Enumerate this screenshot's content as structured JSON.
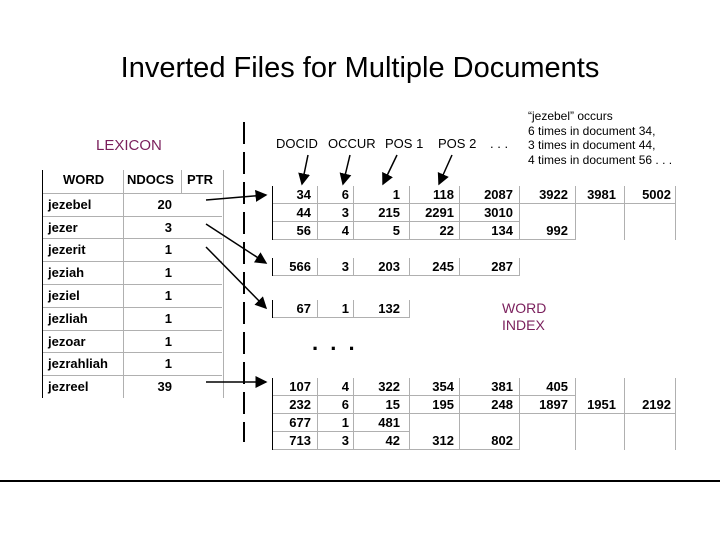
{
  "title": "Inverted Files for Multiple Documents",
  "lexicon_label": "LEXICON",
  "lexicon_headers": {
    "word": "WORD",
    "ndocs": "NDOCS",
    "ptr": "PTR"
  },
  "lexicon_rows": [
    {
      "word": "jezebel",
      "ndocs": "20"
    },
    {
      "word": "jezer",
      "ndocs": "3"
    },
    {
      "word": "jezerit",
      "ndocs": "1"
    },
    {
      "word": "jeziah",
      "ndocs": "1"
    },
    {
      "word": "jeziel",
      "ndocs": "1"
    },
    {
      "word": "jezliah",
      "ndocs": "1"
    },
    {
      "word": "jezoar",
      "ndocs": "1"
    },
    {
      "word": "jezrahliah",
      "ndocs": "1"
    },
    {
      "word": "jezreel",
      "ndocs": "39"
    }
  ],
  "index_headers": {
    "docid": "DOCID",
    "occur": "OCCUR",
    "pos1": "POS 1",
    "pos2": "POS 2",
    "more": ". . ."
  },
  "note_lines": [
    "“jezebel” occurs",
    "6 times in document 34,",
    "3 times in document 44,",
    "4 times in document 56 . . ."
  ],
  "word_index_label": [
    "WORD",
    "INDEX"
  ],
  "ellipsis": ". . .",
  "posting_groups": [
    {
      "rows": [
        [
          "34",
          "6",
          "1",
          "118",
          "2087",
          "3922",
          "3981",
          "5002"
        ],
        [
          "44",
          "3",
          "215",
          "2291",
          "3010"
        ],
        [
          "56",
          "4",
          "5",
          "22",
          "134",
          "992"
        ]
      ]
    },
    {
      "rows": [
        [
          "566",
          "3",
          "203",
          "245",
          "287"
        ]
      ]
    },
    {
      "rows": [
        [
          "67",
          "1",
          "132"
        ]
      ]
    },
    {
      "rows": [
        [
          "107",
          "4",
          "322",
          "354",
          "381",
          "405"
        ],
        [
          "232",
          "6",
          "15",
          "195",
          "248",
          "1897",
          "1951",
          "2192"
        ],
        [
          "677",
          "1",
          "481"
        ],
        [
          "713",
          "3",
          "42",
          "312",
          "802"
        ]
      ]
    }
  ]
}
